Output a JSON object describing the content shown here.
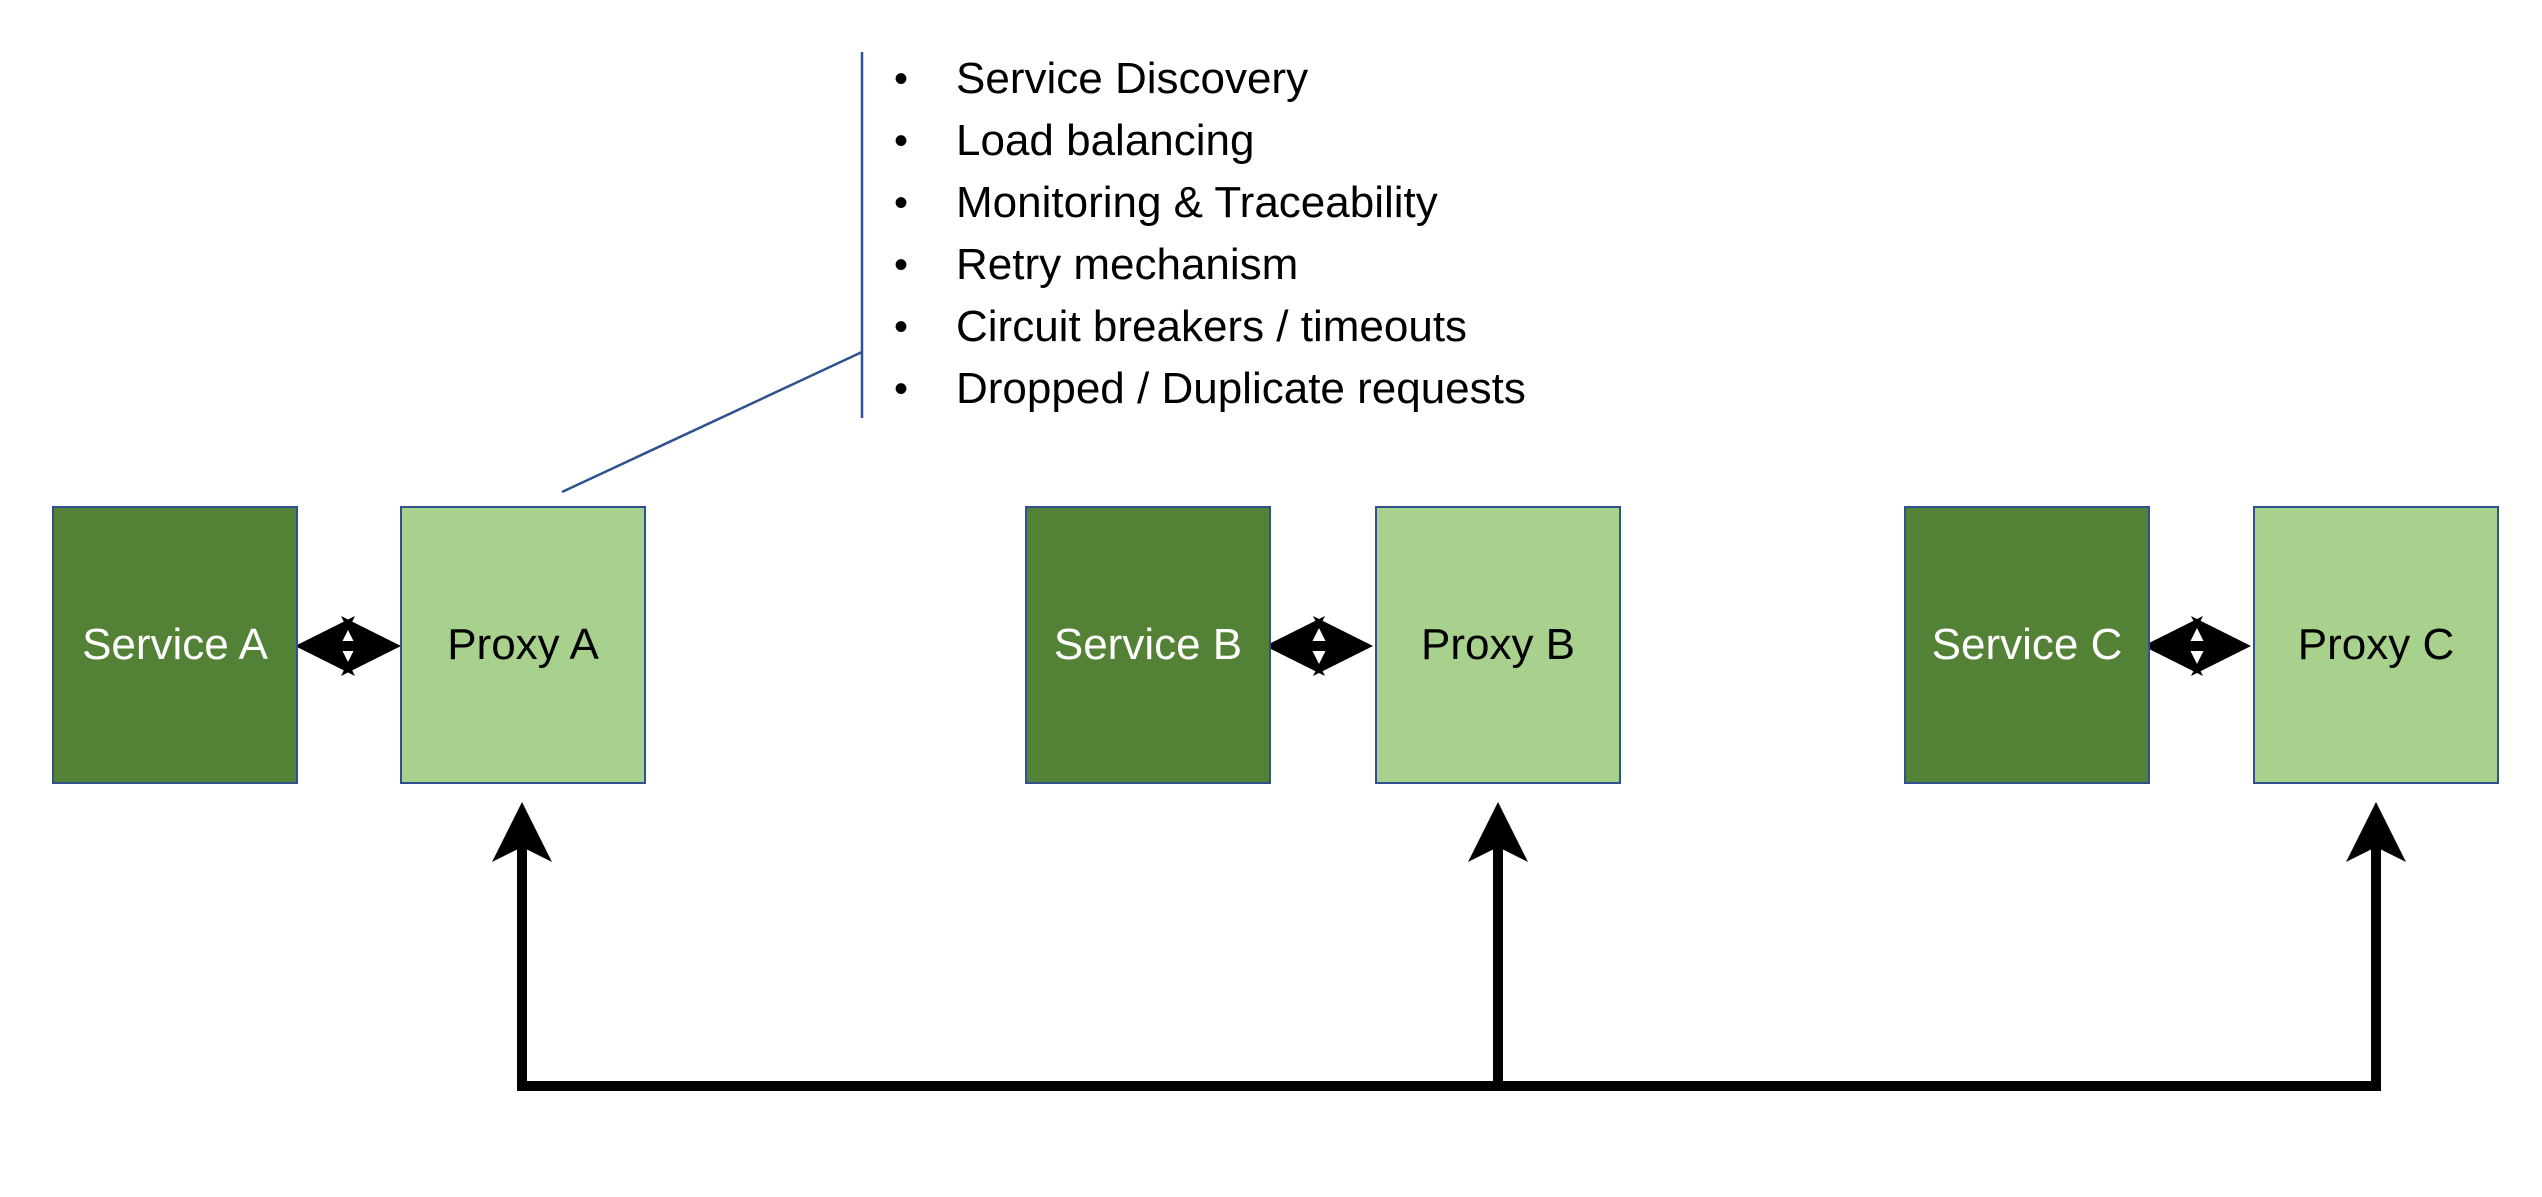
{
  "colors": {
    "service_fill": "#538135",
    "proxy_fill": "#a9d18e",
    "border": "#2f528f",
    "arrow": "#000000",
    "callout_line": "#2f528f"
  },
  "callout": {
    "items": [
      "Service Discovery",
      "Load balancing",
      "Monitoring & Traceability",
      "Retry mechanism",
      "Circuit breakers / timeouts",
      "Dropped / Duplicate requests"
    ]
  },
  "groups": [
    {
      "service": "Service A",
      "proxy": "Proxy A"
    },
    {
      "service": "Service B",
      "proxy": "Proxy B"
    },
    {
      "service": "Service C",
      "proxy": "Proxy C"
    }
  ]
}
